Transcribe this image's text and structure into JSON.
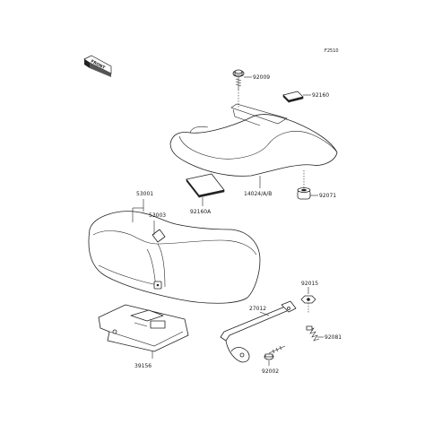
{
  "figure_code": "F2510",
  "front_marker": "FRONT",
  "part_labels": {
    "p92009": "92009",
    "p92160": "92160",
    "p14024": "14024/A/B",
    "p92071": "92071",
    "p92160A": "92160A",
    "p53001": "53001",
    "p53003": "53003",
    "p92015": "92015",
    "p27012": "27012",
    "p92081": "92081",
    "p92002": "92002",
    "p39156": "39156"
  }
}
